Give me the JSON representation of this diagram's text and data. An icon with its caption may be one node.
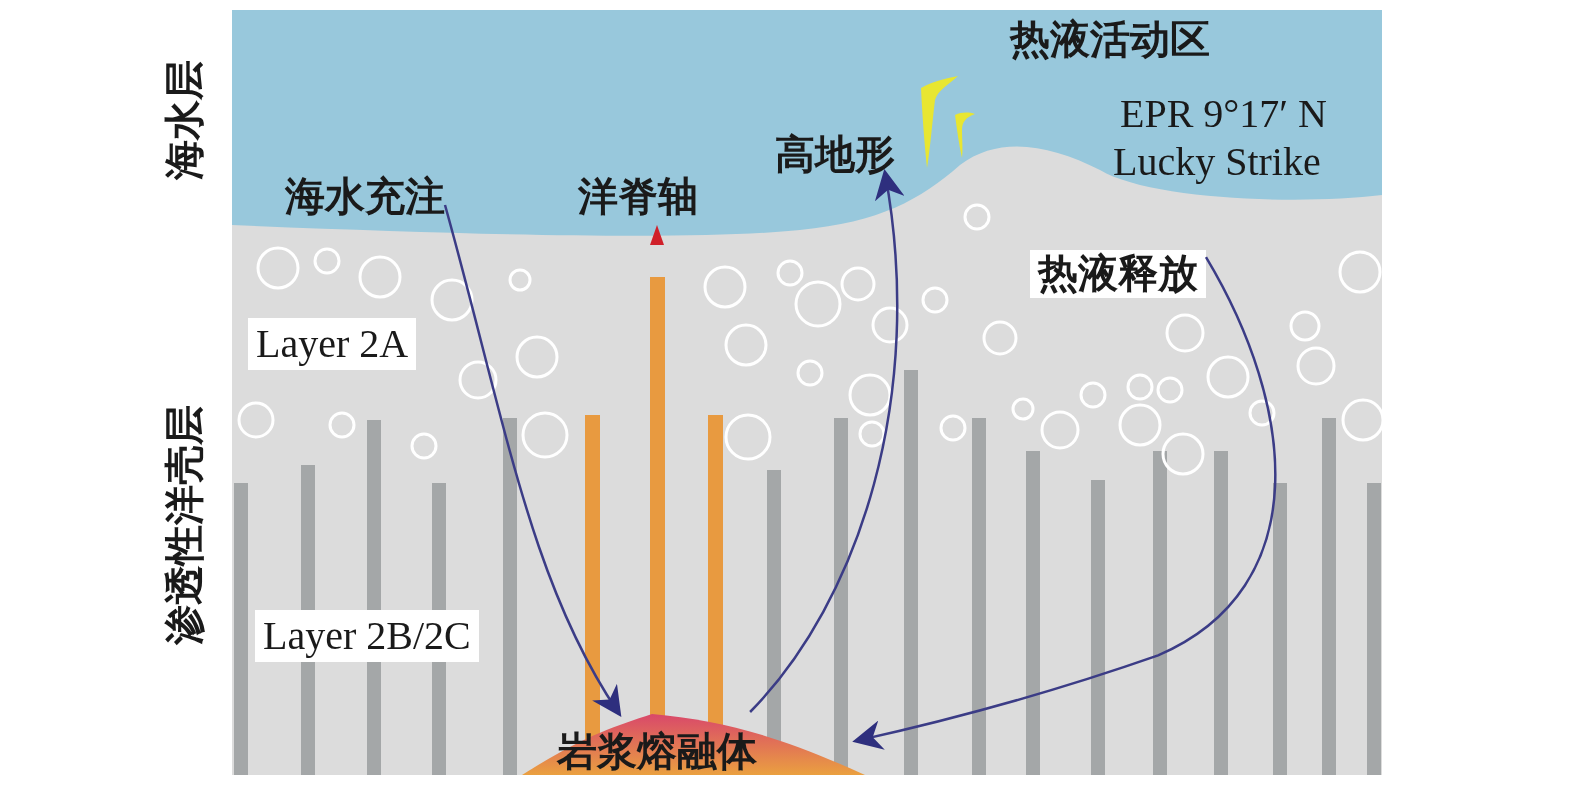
{
  "diagram": {
    "nodes": [
      {
        "text": [
          "海水充注"
        ]
      },
      {
        "text": [
          "岩浆熔融体"
        ]
      },
      {
        "text": [
          "高地形"
        ]
      },
      {
        "text": [
          "热液释放"
        ]
      },
      {
        "text": [
          "Layer 2A"
        ]
      },
      {
        "text": [
          "Layer 2B/2C"
        ]
      }
    ],
    "edges": [
      {
        "from": 0,
        "to": 1,
        "arrow": "to"
      },
      {
        "from": 1,
        "to": 2,
        "arrow": "to"
      },
      {
        "from": 3,
        "to": 1,
        "arrow": "to"
      }
    ],
    "labels": [
      "海水层",
      "渗透性洋壳层",
      "洋脊轴",
      "热液活动区",
      "EPR 9°17′ N",
      "Lucky Strike"
    ]
  }
}
